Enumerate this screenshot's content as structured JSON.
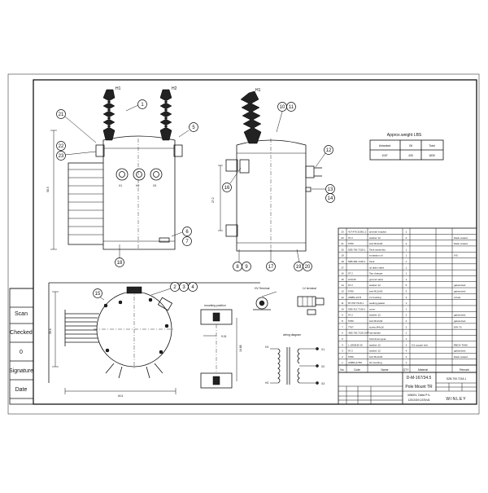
{
  "weight_table": {
    "title": "Approx.weight LBS",
    "headers": [
      "Untanked",
      "Oil",
      "Total"
    ],
    "values": [
      "1157",
      "430",
      "1830"
    ]
  },
  "side_block": [
    {
      "key": "scan",
      "label": "Scan"
    },
    {
      "key": "checked",
      "label": "Checked"
    },
    {
      "key": "rev",
      "label": "0"
    },
    {
      "key": "signature",
      "label": "Signature"
    },
    {
      "key": "date",
      "label": "Date"
    }
  ],
  "front_view": {
    "bushing_labels": [
      "H1",
      "H2"
    ],
    "lv_labels": [
      "X1",
      "H2",
      "X3"
    ],
    "dim_height": "58.5",
    "callouts": [
      "1",
      "5",
      "6",
      "7",
      "18",
      "21",
      "22",
      "23"
    ]
  },
  "side_view": {
    "bushing_label": "H1",
    "dim_spacing": "27.2",
    "callouts": [
      "10",
      "11",
      "12",
      "13",
      "14",
      "16",
      "8",
      "9",
      "17",
      "19",
      "20"
    ]
  },
  "top_view": {
    "callouts": [
      "15",
      "2",
      "3",
      "4"
    ],
    "dim_width": "40.4",
    "dim_depth": "36.6"
  },
  "details": {
    "mounting_title": "mounting position",
    "hv_terminal": "HV Terminal",
    "lv_terminal": "LV terminal",
    "wiring_title": "wiring diagram",
    "wiring_hv": [
      "H1",
      "H2"
    ],
    "wiring_lv": [
      "X1",
      "X2",
      "X3"
    ],
    "mount_dim_a": "9.01",
    "mount_dim_b": "16.88"
  },
  "bom": {
    "rows": [
      {
        "no": "23",
        "code": "41T.476.32001.2",
        "name": "arrester bracket",
        "qty": "2",
        "material": "",
        "remark": ""
      },
      {
        "no": "22",
        "code": "97.2",
        "name": "washer 12",
        "qty": "4",
        "material": "",
        "remark": "black coated"
      },
      {
        "no": "21",
        "code": "5780",
        "name": "bolt M12x30",
        "qty": "2",
        "material": "",
        "remark": "black coated"
      },
      {
        "no": "20",
        "code": "5ZB.700.7218.1",
        "name": "Tank assembly",
        "qty": "1",
        "material": "",
        "remark": ""
      },
      {
        "no": "19",
        "code": "",
        "name": "insulation oil",
        "qty": "1",
        "material": "",
        "remark": "IVS"
      },
      {
        "no": "18",
        "code": "5ZB.384.7218.1",
        "name": "Tank",
        "qty": "1",
        "material": "",
        "remark": ""
      },
      {
        "no": "17",
        "code": "",
        "name": "oil drain valve",
        "qty": "1",
        "material": "",
        "remark": ""
      },
      {
        "no": "16",
        "code": "97.2",
        "name": "Tap changer",
        "qty": "1",
        "material": "",
        "remark": ""
      },
      {
        "no": "15",
        "code": "G3/4-B",
        "name": "ground valve",
        "qty": "1",
        "material": "",
        "remark": ""
      },
      {
        "no": "14",
        "code": "97.2",
        "name": "washer 12",
        "qty": "5",
        "material": "",
        "remark": "galvanized"
      },
      {
        "no": "13",
        "code": "5780",
        "name": "bolt M12x30",
        "qty": "5",
        "material": "",
        "remark": "galvanized"
      },
      {
        "no": "12",
        "code": "AMBS-1/1!5",
        "name": "LV bushing",
        "qty": "3",
        "material": "",
        "remark": "4-hole"
      },
      {
        "no": "11",
        "code": "8T.378.7218.1",
        "name": "sealing gasket",
        "qty": "1",
        "material": "",
        "remark": ""
      },
      {
        "no": "10",
        "code": "5ZB.312.7218.1",
        "name": "cover",
        "qty": "1",
        "material": "",
        "remark": ""
      },
      {
        "no": "9",
        "code": "97.2",
        "name": "washer 12",
        "qty": "2",
        "material": "",
        "remark": "galvanized"
      },
      {
        "no": "8",
        "code": "5780",
        "name": "bolt M12x30",
        "qty": "2",
        "material": "",
        "remark": "galvanized"
      },
      {
        "no": "7",
        "code": "7767",
        "name": "screw M4x16",
        "qty": "2",
        "material": "",
        "remark": "DIN 7S"
      },
      {
        "no": "6",
        "code": "4ZB.700.7218.1MP",
        "name": "nameplate",
        "qty": "1",
        "material": "",
        "remark": ""
      },
      {
        "no": "5",
        "code": "",
        "name": "hold down gear",
        "qty": "1",
        "material": "",
        "remark": ""
      },
      {
        "no": "4",
        "code": "L-18OB.B-30",
        "name": "washer 12",
        "qty": "2",
        "material": "6.5 copper bolt",
        "remark": "RBOX TANK"
      },
      {
        "no": "3",
        "code": "97.2",
        "name": "washer 12",
        "qty": "4",
        "material": "",
        "remark": "galvanized"
      },
      {
        "no": "2",
        "code": "5780",
        "name": "bolt M12x30",
        "qty": "2",
        "material": "",
        "remark": "black coated"
      },
      {
        "no": "1",
        "code": "AMBS-27/50",
        "name": "HV bushing",
        "qty": "1",
        "material": "",
        "remark": ""
      }
    ],
    "headers": {
      "no": "No.",
      "code": "Code",
      "name": "Name",
      "qty": "QTY",
      "material": "Material",
      "remark": "Remark"
    }
  },
  "title_block": {
    "code": "D-M-167/34.5",
    "title": "Pole Mount TR",
    "drawing_no": "SZB.700.7218.1",
    "spec_line1": "34500V, Delta P+L",
    "spec_line2": "120/240V,167kVA",
    "company": "WINLEY"
  },
  "colors": {
    "ink": "#111111",
    "paper": "#ffffff"
  }
}
